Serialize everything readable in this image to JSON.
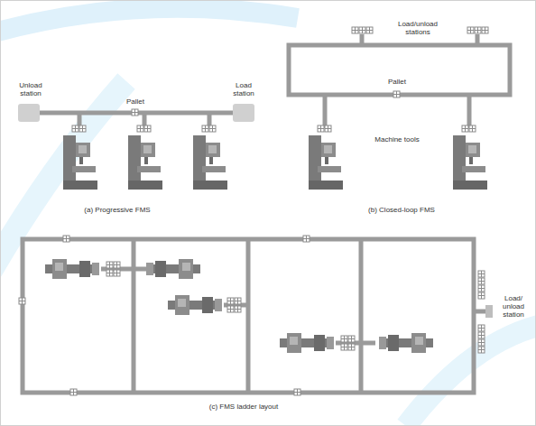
{
  "diagram": {
    "labels": [
      "Unload station",
      "Pallet",
      "Load station",
      "(a) Progressive FMS",
      "Load/unload stations",
      "Pallet",
      "Machine tools",
      "(b) Closed-loop FMS",
      "Load/ unload station",
      "(c) FMS ladder layout"
    ]
  }
}
